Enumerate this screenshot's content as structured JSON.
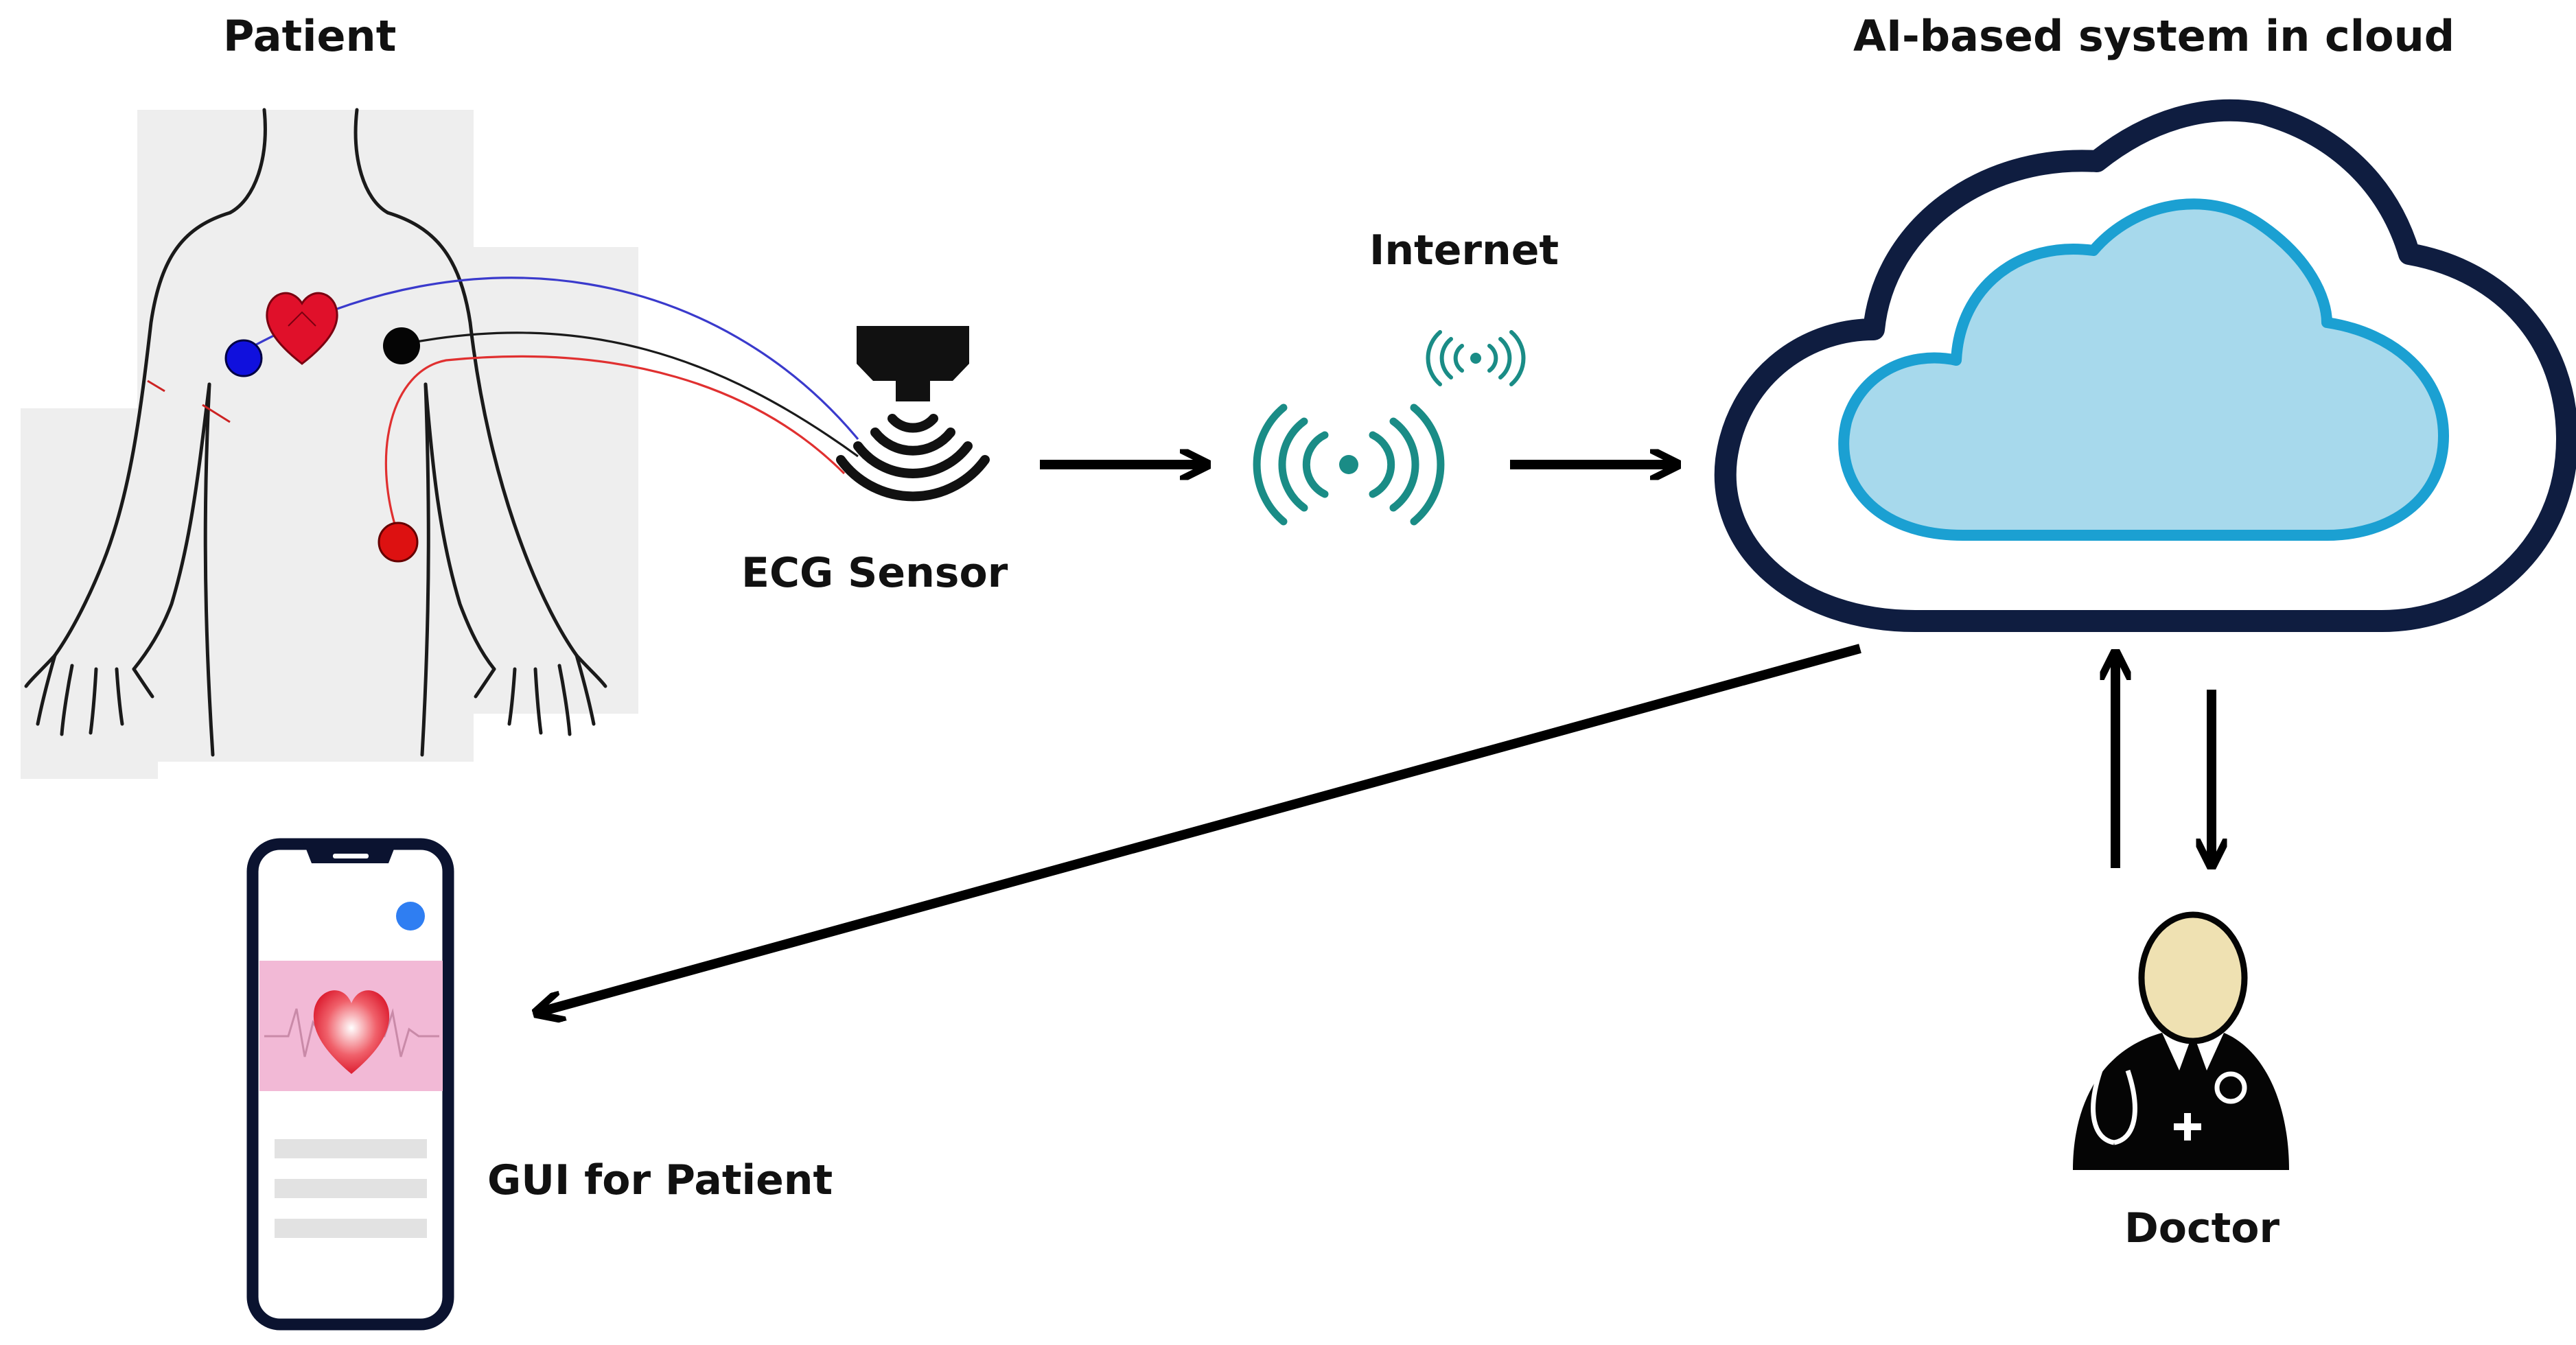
{
  "labels": {
    "patient": "Patient",
    "ecg_sensor": "ECG Sensor",
    "internet": "Internet",
    "cloud": "AI-based system in cloud",
    "gui": "GUI for Patient",
    "doctor": "Doctor"
  },
  "colors": {
    "arrow": "#000000",
    "signal": "#1a8c86",
    "cloud_outer_stroke": "#0f1d40",
    "cloud_inner_fill": "#a7d9ec",
    "cloud_inner_stroke": "#1ba0d2",
    "electrode_blue": "#1010dd",
    "electrode_red": "#dd1111",
    "electrode_black": "#000000",
    "heart": "#e0102a",
    "phone_frame": "#0b1330",
    "phone_dot": "#2f7ef2",
    "phone_banner": "#f2b9d6",
    "doctor_skin": "#efe1b2"
  },
  "icons": {
    "sensor": "ecg-sensor-icon",
    "signal": "wireless-signal-icon",
    "cloud": "cloud-icon",
    "phone": "smartphone-icon",
    "doctor": "doctor-icon",
    "patient": "patient-body-icon"
  }
}
